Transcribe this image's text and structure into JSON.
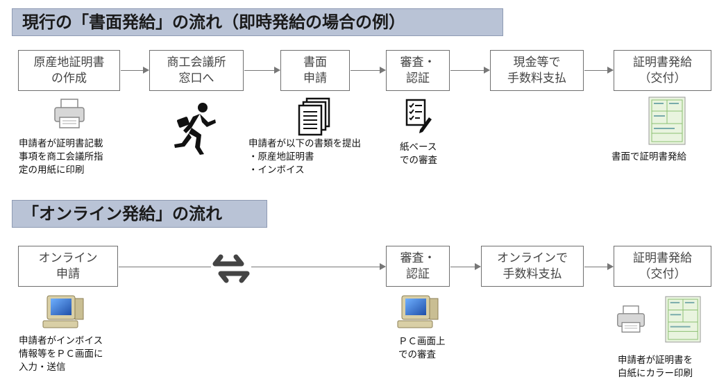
{
  "sections": [
    {
      "title": "現行の「書面発給」の流れ（即時発給の場合の例）",
      "steps": [
        {
          "label": "原産地証明書\nの作成"
        },
        {
          "label": "商工会議所\n窓口へ"
        },
        {
          "label": "書面\n申請"
        },
        {
          "label": "審査・\n認証"
        },
        {
          "label": "現金等で\n手数料支払"
        },
        {
          "label": "証明書発給\n（交付）"
        }
      ],
      "notes": [
        {
          "text": "申請者が証明書記載\n事項を商工会議所指\n定の用紙に印刷"
        },
        {
          "text": "申請者が以下の書類を提出\n・原産地証明書\n・インボイス"
        },
        {
          "text": "紙ベース\nでの審査"
        },
        {
          "text": "書面で証明書発給"
        }
      ]
    },
    {
      "title": "「オンライン発給」の流れ",
      "steps": [
        {
          "label": "オンライン\n申請"
        },
        {
          "label": "審査・\n認証"
        },
        {
          "label": "オンラインで\n手数料支払"
        },
        {
          "label": "証明書発給\n（交付）"
        }
      ],
      "notes": [
        {
          "text": "申請者がインボイス\n情報等をＰＣ画面に\n入力・送信"
        },
        {
          "text": "ＰＣ画面上\nでの審査"
        },
        {
          "text": "申請者が証明書を\n白紙にカラー印刷"
        }
      ]
    }
  ],
  "icons": [
    "printer-icon",
    "running-person-icon",
    "documents-icon",
    "checklist-icon",
    "certificate-icon",
    "exchange-arrows-icon",
    "computer-icon"
  ]
}
